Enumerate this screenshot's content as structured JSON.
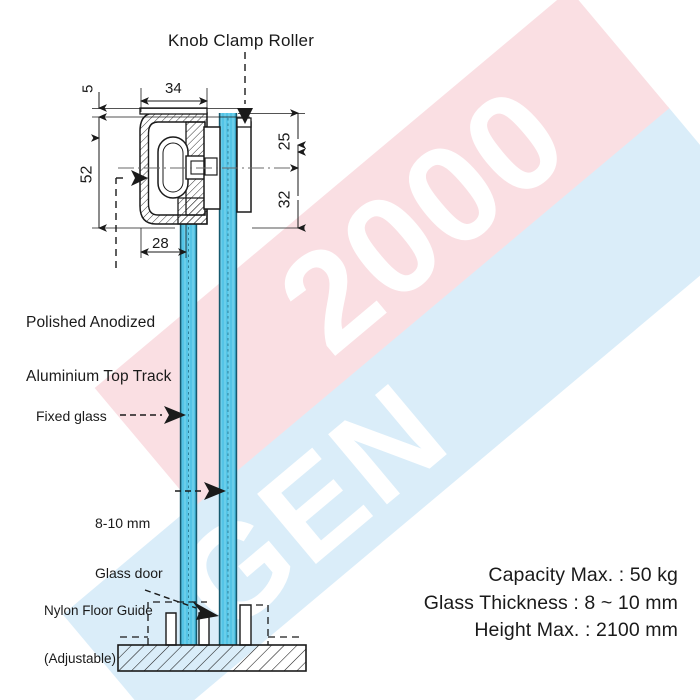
{
  "drawing": {
    "title": "Knob Clamp Roller",
    "type": "technical-section-drawing",
    "subject": "Sliding glass door top track and roller assembly cross-section"
  },
  "callouts": {
    "top_track": "Polished Anodized\nAluminium Top Track",
    "top_track_line1": "Polished Anodized",
    "top_track_line2": "Aluminium Top Track",
    "fixed_glass": "Fixed glass",
    "glass_door_line1": "8-10 mm",
    "glass_door_line2": "Glass door",
    "nylon_guide_line1": "Nylon Floor Guide",
    "nylon_guide_line2": "(Adjustable)"
  },
  "dimensions": {
    "gap_top": "5",
    "track_width": "34",
    "track_height": "52",
    "track_base_width": "28",
    "upper_offset": "25",
    "lower_offset": "32"
  },
  "specs": {
    "capacity": "Capacity Max. : 50 kg",
    "glass_thickness": "Glass Thickness : 8 ~ 10 mm",
    "height": "Height Max. : 2100 mm"
  },
  "watermark": {
    "text_gen": "GEN",
    "text_2000": "2000",
    "band_blue": "#d8ecf9",
    "band_red": "#fadfe2"
  },
  "colors": {
    "glass_fill": "#5cc8e8",
    "glass_edge": "#1b6e86",
    "line": "#1a1a1a",
    "background": "#ffffff"
  }
}
